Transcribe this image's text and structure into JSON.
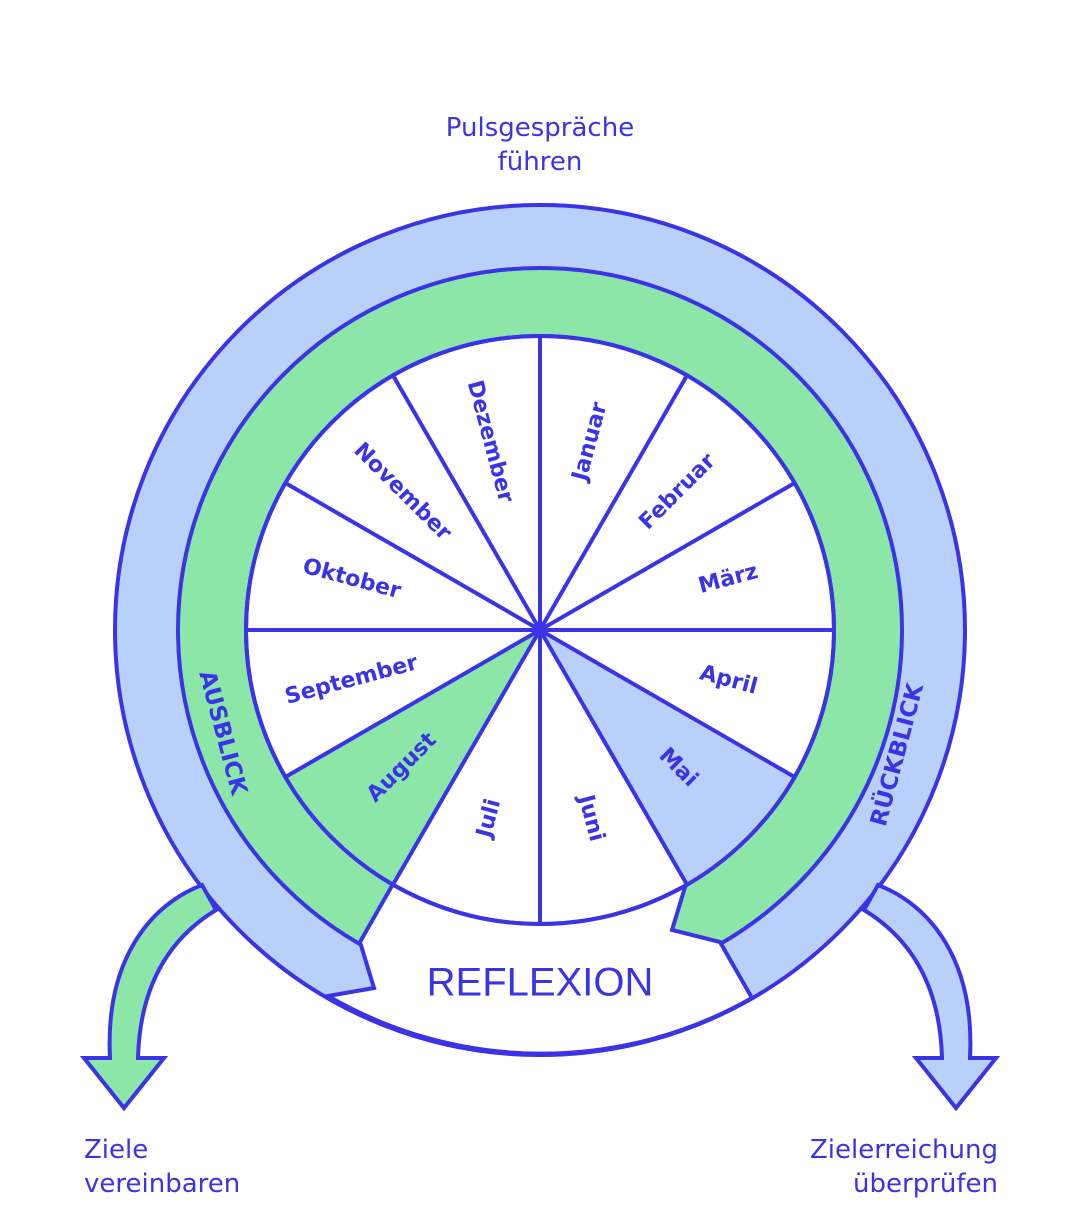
{
  "colors": {
    "stroke": "#3b33e6",
    "light_blue": "#b9d1fa",
    "light_green": "#8ce6a8",
    "white": "#ffffff"
  },
  "labels": {
    "top_line1": "Pulsgespräche",
    "top_line2": "führen",
    "left_line1": "Ziele",
    "left_line2": "vereinbaren",
    "right_line1": "Zielerreichung",
    "right_line2": "überprüfen",
    "reflexion": "REFLEXION",
    "ausblick": "AUSBLICK",
    "rueckblick": "RÜCKBLICK"
  },
  "months": [
    "Januar",
    "Februar",
    "März",
    "April",
    "Mai",
    "Juni",
    "Juli",
    "August",
    "September",
    "Oktober",
    "November",
    "Dezember"
  ],
  "highlighted": {
    "Mai": "light_blue",
    "August": "light_green"
  }
}
